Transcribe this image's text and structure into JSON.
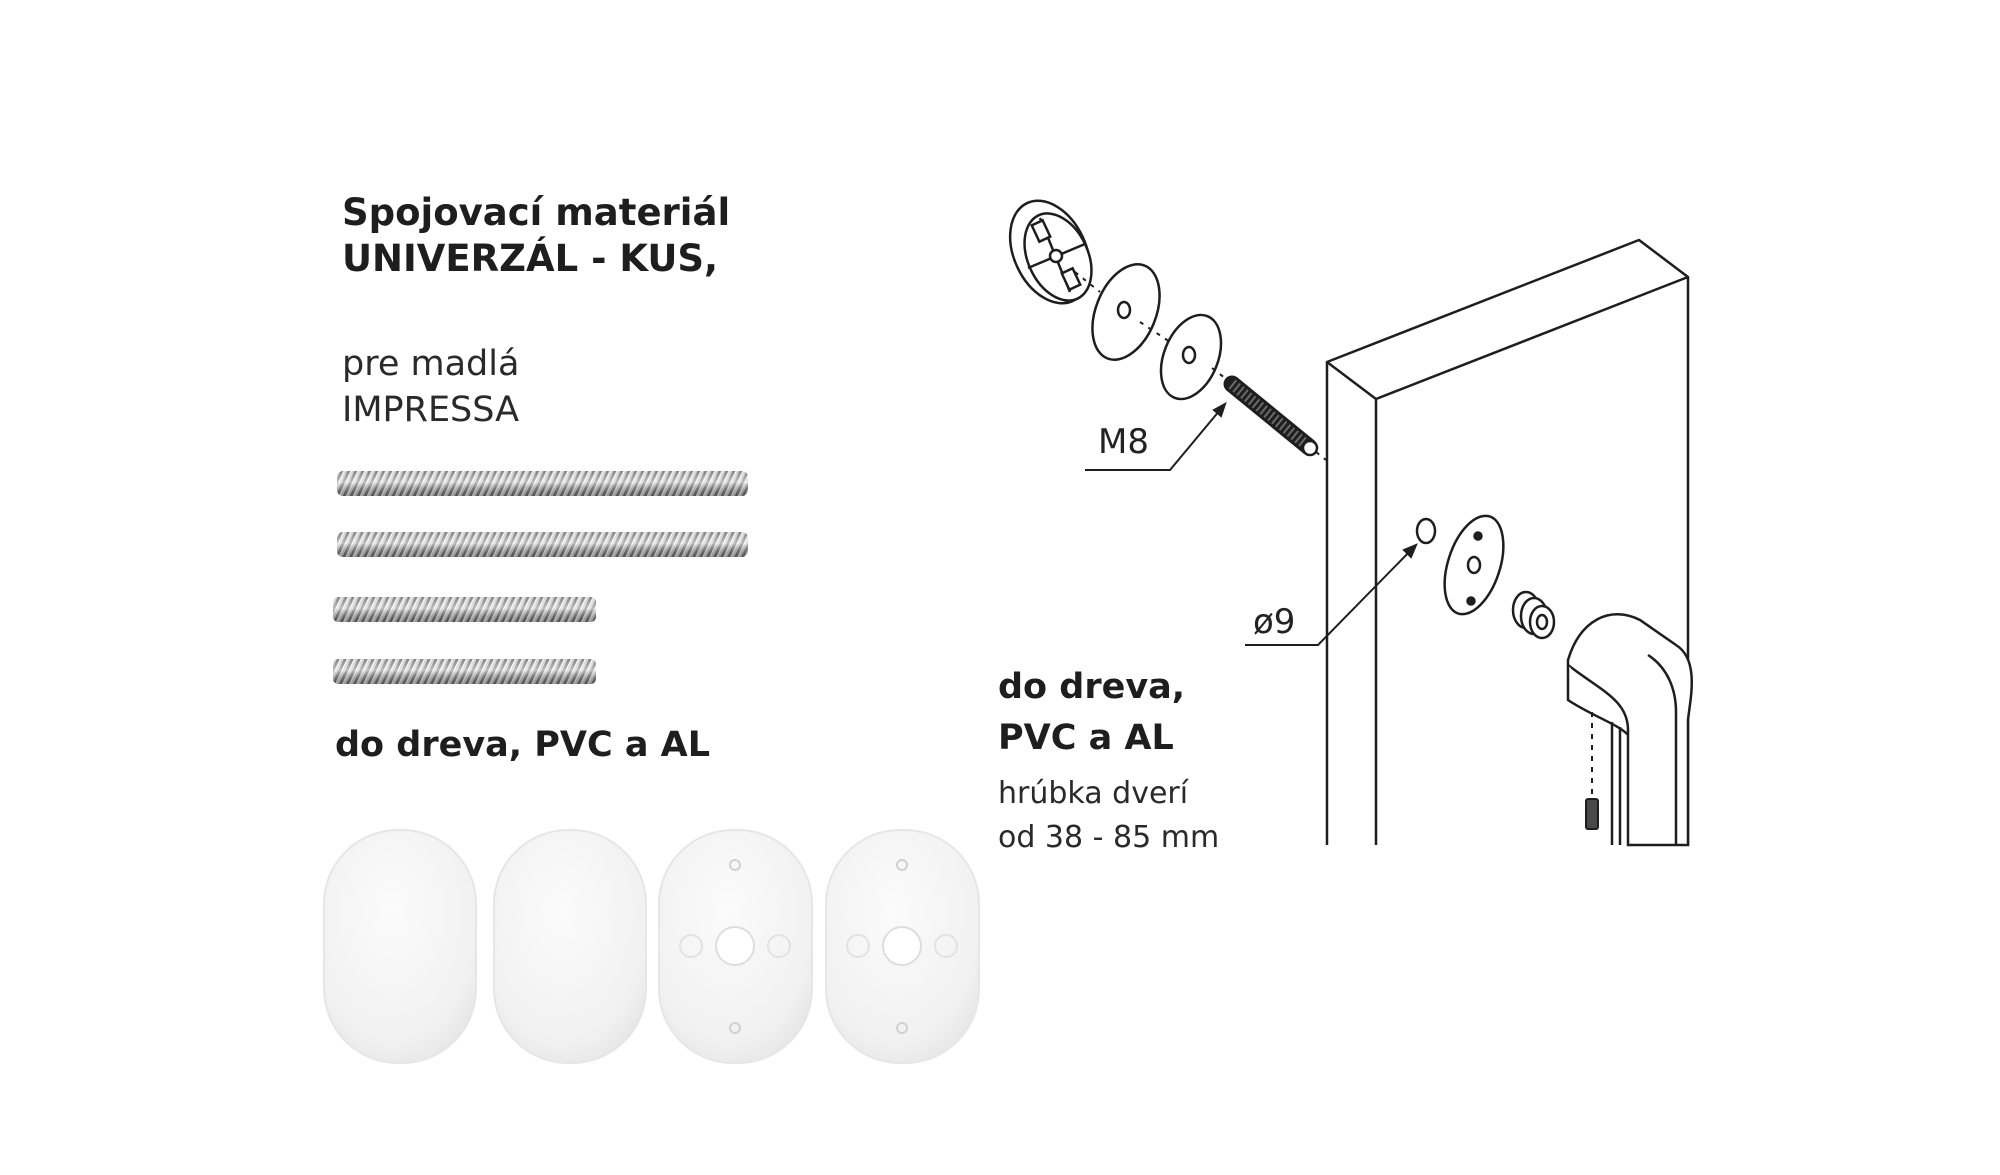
{
  "left": {
    "title_line1": "Spojovací materiál",
    "title_line2": "UNIVERZÁL - KUS,",
    "sub_line1": "pre madlá",
    "sub_line2": "IMPRESSA",
    "materials": "do dreva, PVC a AL"
  },
  "right": {
    "materials_line1": "do dreva,",
    "materials_line2": "PVC a AL",
    "thickness_line1": "hrúbka dverí",
    "thickness_line2": "od 38 - 85 mm",
    "dim_thread": "M8",
    "dim_hole": "ø9"
  }
}
